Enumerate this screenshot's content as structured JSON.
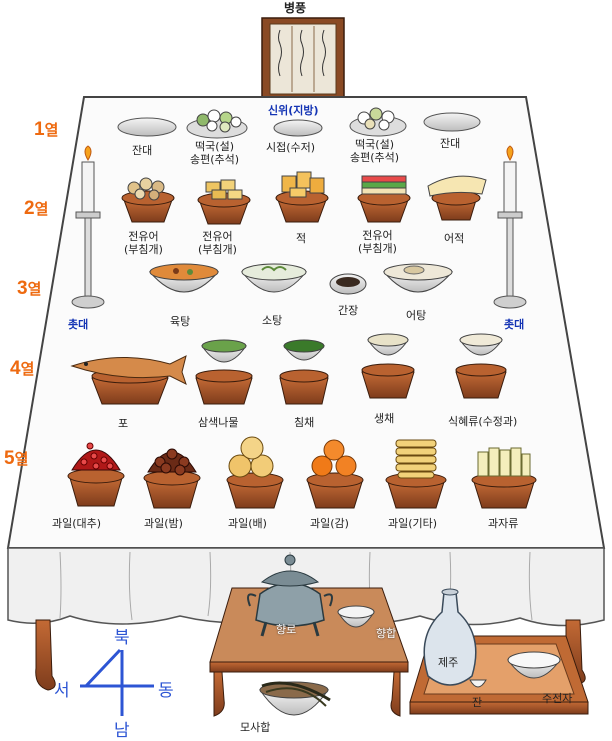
{
  "screen_title": "병풍",
  "center_label": "신위(지방)",
  "row_labels": [
    {
      "num": "1",
      "suffix": "열"
    },
    {
      "num": "2",
      "suffix": "열"
    },
    {
      "num": "3",
      "suffix": "열"
    },
    {
      "num": "4",
      "suffix": "열"
    },
    {
      "num": "5",
      "suffix": "열"
    }
  ],
  "row1": [
    "잔대",
    "떡국(설)",
    "송편(추석)",
    "시접(수저)",
    "떡국(설)",
    "송편(추석)",
    "잔대"
  ],
  "row2": [
    "전유어",
    "(부침개)",
    "전유어",
    "(부침개)",
    "적",
    "전유어",
    "(부침개)",
    "어적"
  ],
  "candles": [
    "촛대",
    "촛대"
  ],
  "row3": [
    "육탕",
    "소탕",
    "간장",
    "어탕"
  ],
  "row4": [
    "포",
    "삼색나물",
    "침채",
    "생채",
    "식혜류(수정과)"
  ],
  "row5": [
    "과일(대추)",
    "과일(밤)",
    "과일(배)",
    "과일(감)",
    "과일(기타)",
    "과자류"
  ],
  "incense": [
    "향로",
    "향합"
  ],
  "wine": [
    "제주",
    "잔",
    "주전자"
  ],
  "mosa": "모사합",
  "compass": {
    "north": "북",
    "south": "남",
    "east": "동",
    "west": "서",
    "number": "4"
  },
  "colors": {
    "row_label": "#ee6a10",
    "blue_label": "#1434b4",
    "wood": "#a4532a",
    "compass": "#2d55d4"
  }
}
